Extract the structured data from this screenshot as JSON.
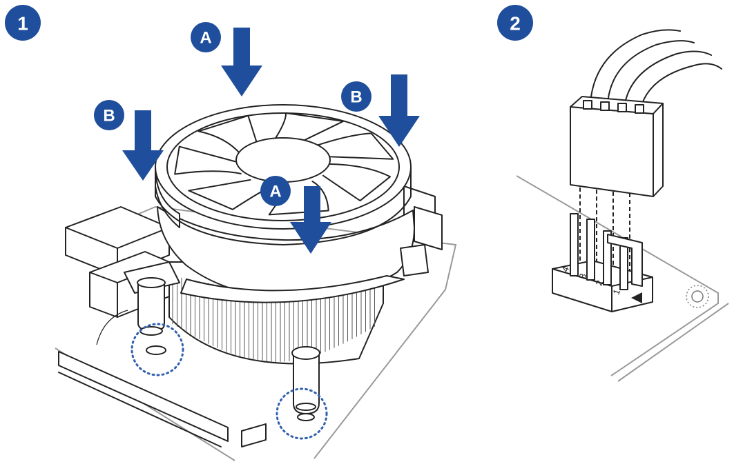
{
  "steps": [
    {
      "number": "1"
    },
    {
      "number": "2"
    }
  ],
  "callouts": {
    "a": "A",
    "b": "B"
  },
  "pins": [
    "4",
    "3",
    "2",
    "1"
  ],
  "colors": {
    "accent": "#1F4E9C",
    "line": "#222222",
    "dots": "#2F5FAE"
  }
}
